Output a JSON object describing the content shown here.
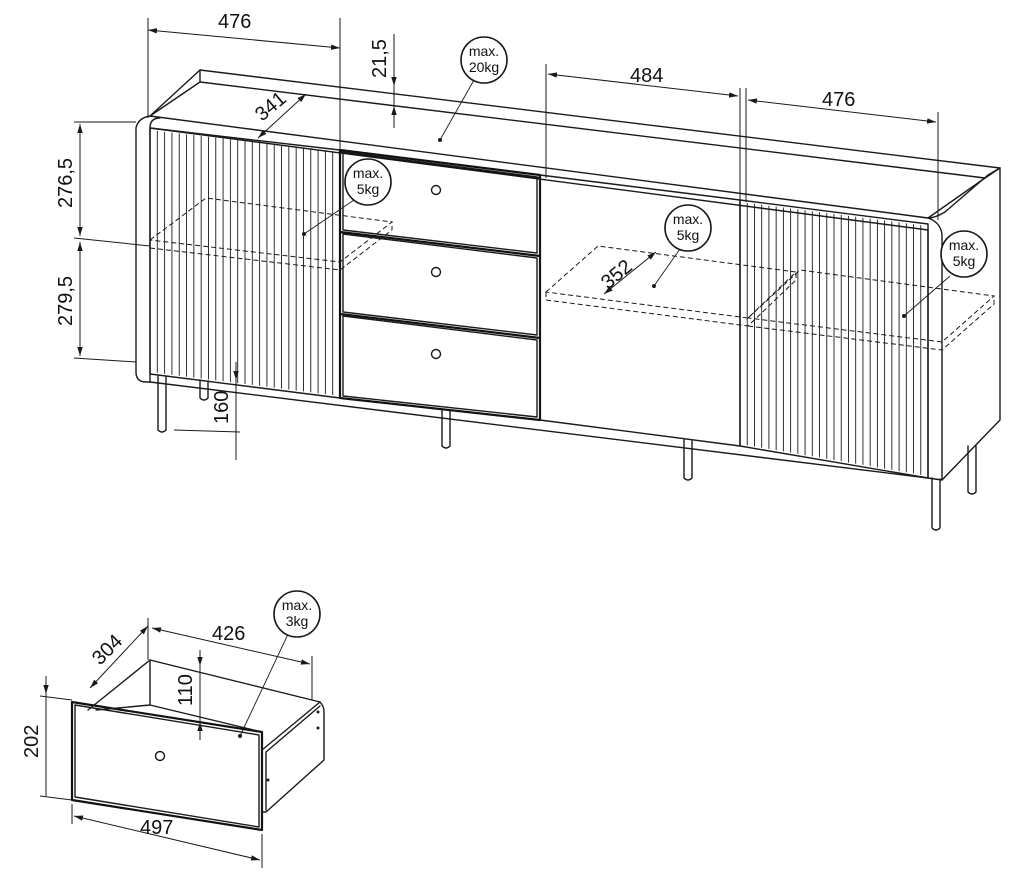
{
  "dimensions": {
    "left_width": "476",
    "top_depth": "21,5",
    "inner_depth": "341",
    "upper_height": "276,5",
    "lower_height": "279,5",
    "leg_height": "160",
    "middle_width": "484",
    "right_width": "476",
    "shelf_depth": "352",
    "drawer_depth": "304",
    "drawer_width": "426",
    "drawer_inner_height": "110",
    "drawer_height": "202",
    "drawer_front_width": "497"
  },
  "weights": {
    "top": [
      "max.",
      "20kg"
    ],
    "left_shelf": [
      "max.",
      "5kg"
    ],
    "middle_shelf": [
      "max.",
      "5kg"
    ],
    "right_shelf": [
      "max.",
      "5kg"
    ],
    "drawer": [
      "max.",
      "3kg"
    ]
  }
}
